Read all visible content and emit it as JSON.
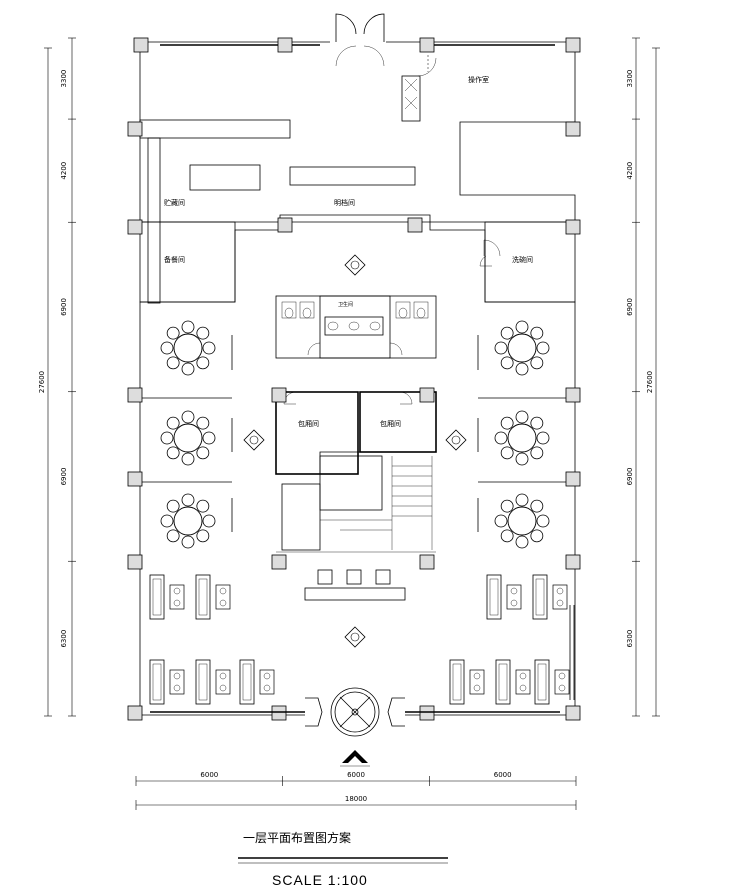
{
  "drawing": {
    "title": "一层平面布置图方案",
    "scale_label": "SCALE   1:100"
  },
  "dimensions": {
    "left": [
      {
        "label": "3300",
        "value": 3300
      },
      {
        "label": "4200",
        "value": 4200
      },
      {
        "label": "6900",
        "value": 6900
      },
      {
        "label": "6900",
        "value": 6900
      },
      {
        "label": "6300",
        "value": 6300
      }
    ],
    "right": [
      {
        "label": "3300",
        "value": 3300
      },
      {
        "label": "4200",
        "value": 4200
      },
      {
        "label": "6900",
        "value": 6900
      },
      {
        "label": "6900",
        "value": 6900
      },
      {
        "label": "6300",
        "value": 6300
      }
    ],
    "total_vertical": "27600",
    "bottom": [
      {
        "label": "6000",
        "value": 6000
      },
      {
        "label": "6000",
        "value": 6000
      },
      {
        "label": "6000",
        "value": 6000
      }
    ],
    "total_horizontal": "18000"
  },
  "rooms": {
    "top_right": "操作室",
    "store_room": "贮藏间",
    "display_kitchen": "明档间",
    "prep_room": "备餐间",
    "wash_room": "洗碗间",
    "center_sign": "卫生间",
    "vip_left": "包厢间",
    "vip_right": "包厢间"
  },
  "icons": {
    "north": "north-arrow-icon",
    "entrance": "revolving-door-icon",
    "column": "column-icon"
  },
  "colors": {
    "line": "#000000",
    "background": "#ffffff"
  }
}
